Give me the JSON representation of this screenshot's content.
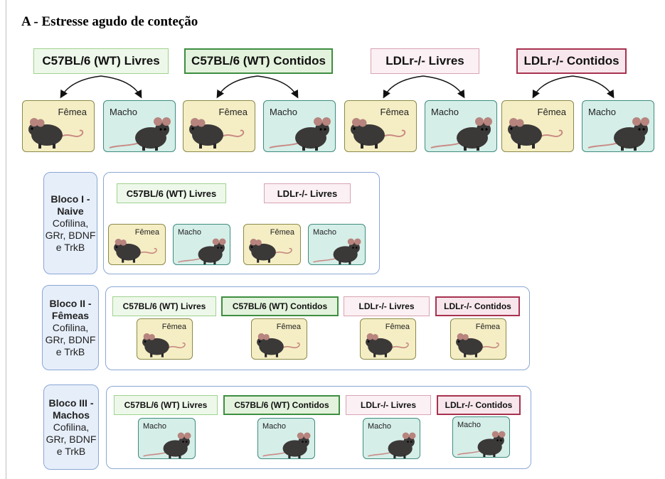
{
  "title": "A - Estresse agudo de conteção",
  "groups": {
    "wt_livres": "C57BL/6 (WT) Livres",
    "wt_contidos": "C57BL/6 (WT) Contidos",
    "ldlr_livres": "LDLr-/- Livres",
    "ldlr_contidos": "LDLr-/- Contidos"
  },
  "sex": {
    "female": "Fêmea",
    "male": "Macho"
  },
  "blocks": {
    "b1": {
      "name": "Bloco I - Naive",
      "targets": "Cofilina, GRr, BDNF e TrkB"
    },
    "b2": {
      "name": "Bloco II - Fêmeas",
      "targets": "Cofilina, GRr, BDNF e TrkB"
    },
    "b3": {
      "name": "Bloco III - Machos",
      "targets": "Cofilina, GRr, BDNF e TrkB"
    }
  },
  "colors": {
    "female_bg": "#f5eec4",
    "male_bg": "#d5eee8",
    "wt_border": "#3e8e41",
    "ldlr_border": "#a8324f",
    "block_border": "#8aa7d6"
  },
  "icons": [
    "mouse-icon",
    "arrow-icon"
  ]
}
